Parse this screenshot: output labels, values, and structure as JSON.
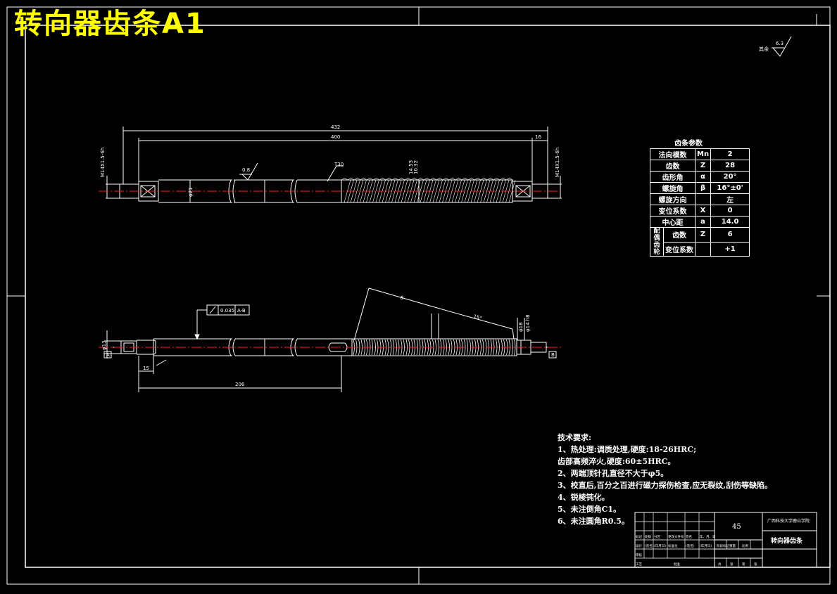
{
  "title": "转向器齿条A1",
  "roughness_note": "其余",
  "roughness_value": "6.3",
  "views": {
    "top": {
      "dim_overall": "432",
      "dim_inner": "400",
      "dim_end": "16",
      "thread_left": "M14X1.5-6h",
      "thread_right": "M14X1.5-6h",
      "roughness": "0.8",
      "leader": "T30",
      "dia_mid": "φ21",
      "dia_teeth": "14.53",
      "dia_teeth2": "10.32"
    },
    "bottom": {
      "tolerance_value": "0.035",
      "tolerance_datum": "A-B",
      "dim_206": "206",
      "dim_15": "15",
      "dim_angle1": "6",
      "dim_angle2": "15°",
      "dim_dia": "φ18",
      "datum_a": "A",
      "datum_b": "B",
      "dim_left": "φ13",
      "dim_right": "φ14 h8"
    }
  },
  "param_table": {
    "title": "齿条参数",
    "rows": [
      [
        "法向模数",
        "Mn",
        "2"
      ],
      [
        "齿数",
        "Z",
        "28"
      ],
      [
        "齿形角",
        "α",
        "20°"
      ],
      [
        "螺旋角",
        "β",
        "16°±0'"
      ],
      [
        "螺旋方向",
        "",
        "左"
      ],
      [
        "变位系数",
        "X",
        "0"
      ],
      [
        "中心距",
        "a",
        "14.0"
      ]
    ],
    "mate_label": "配偶齿轮",
    "mate_rows": [
      [
        "齿数",
        "Z",
        "6"
      ],
      [
        "变位系数",
        "",
        "+1"
      ]
    ]
  },
  "tech_requirements": {
    "heading": "技术要求:",
    "lines": [
      "1、热处理:调质处理,硬度:18-26HRC;",
      "齿部高频淬火,硬度:60±5HRC。",
      "2、两端顶针孔直径不大于φ5。",
      "3、校直后,百分之百进行磁力探伤检查,应无裂纹,刮伤等缺陷。",
      "4、锐棱钝化。",
      "5、未注倒角C1。",
      "6、未注圆角R0.5。"
    ]
  },
  "title_block": {
    "material": "45",
    "school": "广西科技大学鹿山学院",
    "drawing_name": "转向器齿条",
    "row_labels": [
      "标记",
      "处数",
      "分区",
      "更改文件号",
      "签名",
      "年、月、日"
    ],
    "row2": [
      "设计",
      "(签名)",
      "(年月日)",
      "标准化",
      "(签名)",
      "(年月日)"
    ],
    "row3": [
      "审核"
    ],
    "row4": [
      "工艺",
      "批准"
    ],
    "stage": [
      "阶段标记",
      "重量",
      "比例"
    ],
    "sheet": [
      "共",
      "张",
      "第",
      "张"
    ]
  },
  "colors": {
    "line": "#ffffff",
    "title": "#ffff00",
    "centerline": "#ff2020",
    "dimension": "#ffffff"
  }
}
